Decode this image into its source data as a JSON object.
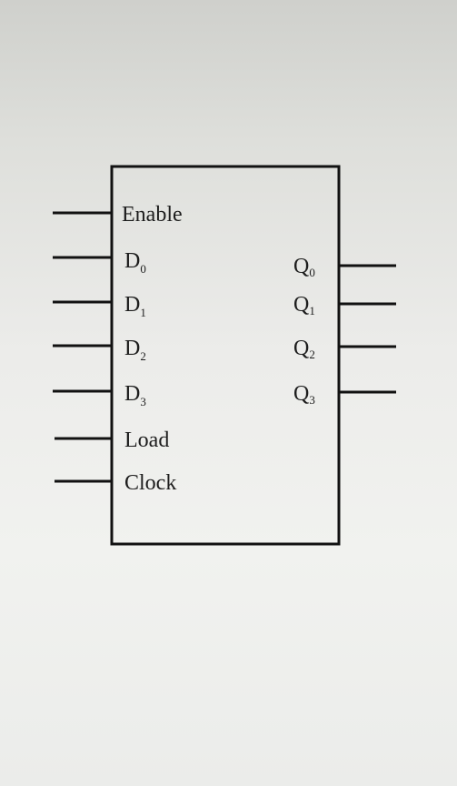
{
  "block": {
    "inputs": [
      {
        "name": "Enable",
        "sub": ""
      },
      {
        "name": "D",
        "sub": "0"
      },
      {
        "name": "D",
        "sub": "1"
      },
      {
        "name": "D",
        "sub": "2"
      },
      {
        "name": "D",
        "sub": "3"
      },
      {
        "name": "Load",
        "sub": ""
      },
      {
        "name": "Clock",
        "sub": ""
      }
    ],
    "outputs": [
      {
        "name": "Q",
        "sub": "0"
      },
      {
        "name": "Q",
        "sub": "1"
      },
      {
        "name": "Q",
        "sub": "2"
      },
      {
        "name": "Q",
        "sub": "3"
      }
    ]
  }
}
